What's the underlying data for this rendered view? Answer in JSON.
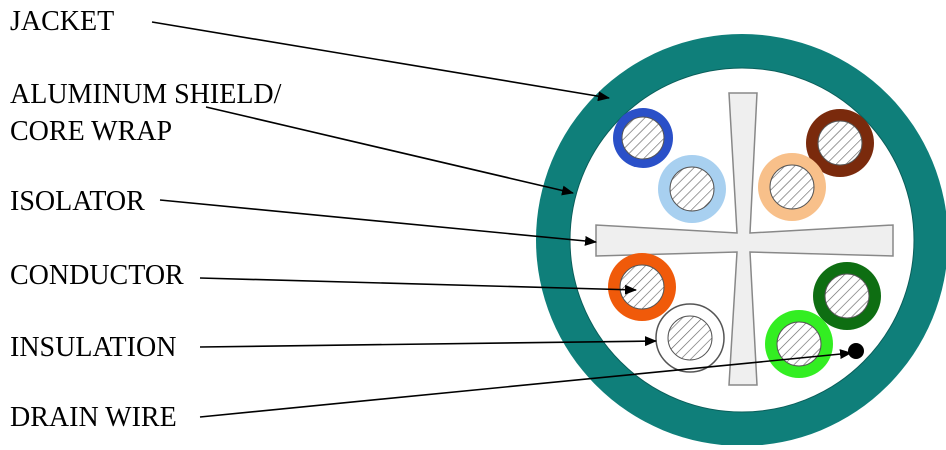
{
  "labels": {
    "jacket": "JACKET",
    "shield_line1": "ALUMINUM SHIELD/",
    "shield_line2": "CORE WRAP",
    "isolator": "ISOLATOR",
    "conductor": "CONDUCTOR",
    "insulation": "INSULATION",
    "drain_wire": "DRAIN WIRE"
  },
  "colors": {
    "jacket": "#0f7f7a",
    "shield_fill": "#ffffff",
    "isolator_fill": "#efefef",
    "isolator_stroke": "#888888",
    "hatch_stroke": "#666666",
    "drain_wire": "#000000"
  },
  "wire_pairs": [
    {
      "pair": "blue",
      "wires": [
        {
          "color": "#2a50c8",
          "name": "blue"
        },
        {
          "color": "#a8d0f0",
          "name": "blue-white"
        }
      ]
    },
    {
      "pair": "brown",
      "wires": [
        {
          "color": "#7a2a0c",
          "name": "brown"
        },
        {
          "color": "#f8c08a",
          "name": "brown-white"
        }
      ]
    },
    {
      "pair": "orange",
      "wires": [
        {
          "color": "#f05a0a",
          "name": "orange"
        },
        {
          "color": "#ffffff",
          "name": "orange-white"
        }
      ]
    },
    {
      "pair": "green",
      "wires": [
        {
          "color": "#0e6e12",
          "name": "green"
        },
        {
          "color": "#33ee22",
          "name": "green-white"
        }
      ]
    }
  ]
}
